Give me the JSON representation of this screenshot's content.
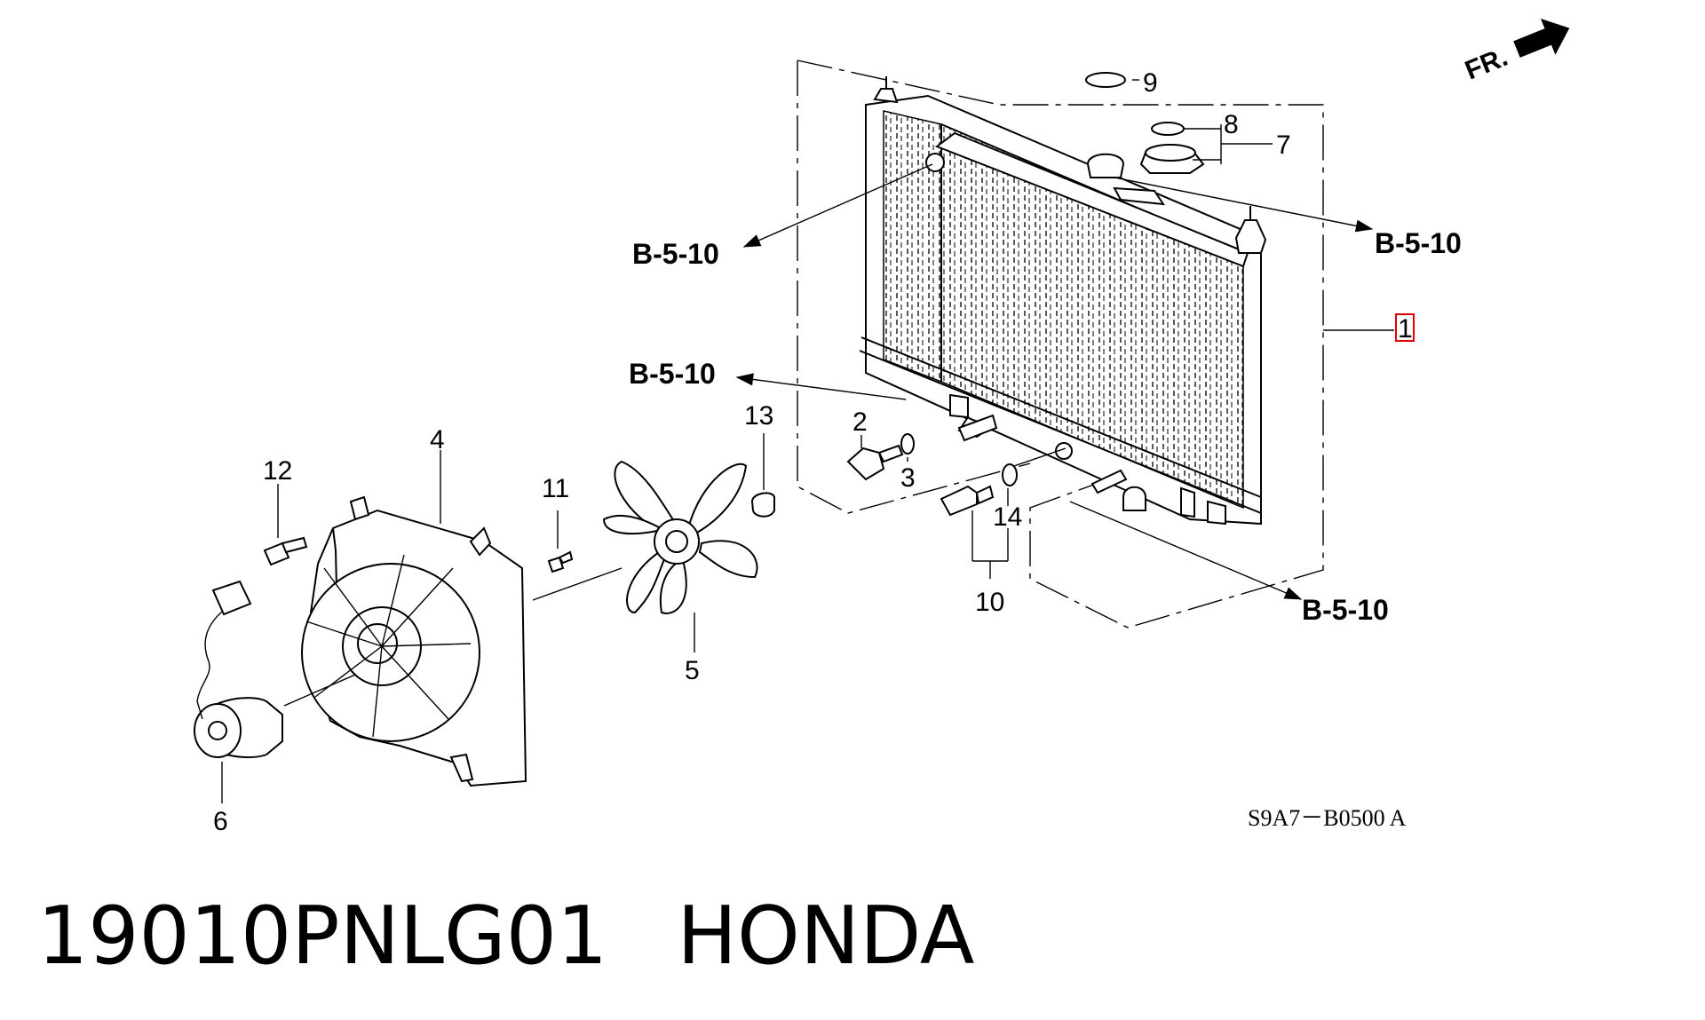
{
  "diagram": {
    "direction_label": "FR.",
    "callouts": [
      "1",
      "2",
      "3",
      "4",
      "5",
      "6",
      "7",
      "8",
      "9",
      "10",
      "11",
      "12",
      "13",
      "14"
    ],
    "references": [
      "B-5-10",
      "B-5-10",
      "B-5-10",
      "B-5-10"
    ],
    "drawing_code": "S9A7－B0500 A",
    "highlight_callout": "1"
  },
  "footer": {
    "part_number": "19010PNLG01",
    "brand": "HONDA"
  }
}
